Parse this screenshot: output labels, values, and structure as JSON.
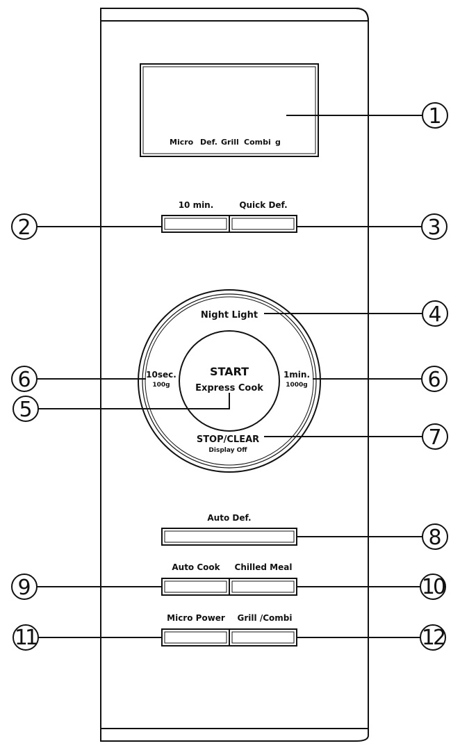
{
  "display": {
    "labels": [
      "Micro",
      "Def.",
      "Grill",
      "Combi",
      "g"
    ]
  },
  "buttons": {
    "ten_min": "10 min.",
    "quick_def": "Quick Def.",
    "auto_def": "Auto Def.",
    "auto_cook": "Auto Cook",
    "chilled_meal": "Chilled Meal",
    "micro_power": "Micro Power",
    "grill_combi": "Grill /Combi"
  },
  "dial": {
    "night_light": "Night Light",
    "start": "START",
    "express_cook": "Express Cook",
    "left_top": "10sec.",
    "left_bottom": "100g",
    "right_top": "1min.",
    "right_bottom": "1000g",
    "stop_clear": "STOP/CLEAR",
    "display_off": "Display Off"
  },
  "callouts": {
    "c1": "1",
    "c2": "2",
    "c3": "3",
    "c4": "4",
    "c5": "5",
    "c6a": "6",
    "c6b": "6",
    "c7": "7",
    "c8": "8",
    "c9": "9",
    "c10": "10",
    "c11": "11",
    "c12": "12"
  }
}
